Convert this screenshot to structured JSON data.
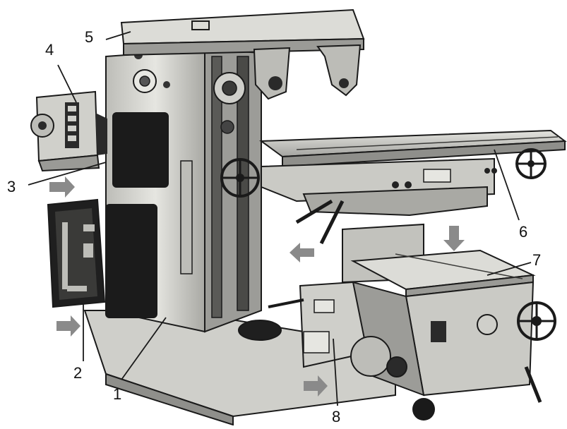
{
  "diagram": {
    "callouts": [
      {
        "id": "c1",
        "label": "1"
      },
      {
        "id": "c2",
        "label": "2"
      },
      {
        "id": "c3",
        "label": "3"
      },
      {
        "id": "c4",
        "label": "4"
      },
      {
        "id": "c5",
        "label": "5"
      },
      {
        "id": "c6",
        "label": "6"
      },
      {
        "id": "c7",
        "label": "7"
      },
      {
        "id": "c8",
        "label": "8"
      }
    ]
  },
  "colors": {
    "ink": "#1a1a1a",
    "body": "#d9d9d4",
    "shade": "#9a9a96",
    "dark": "#2a2a2a",
    "arrow": "#8a8a8a"
  }
}
